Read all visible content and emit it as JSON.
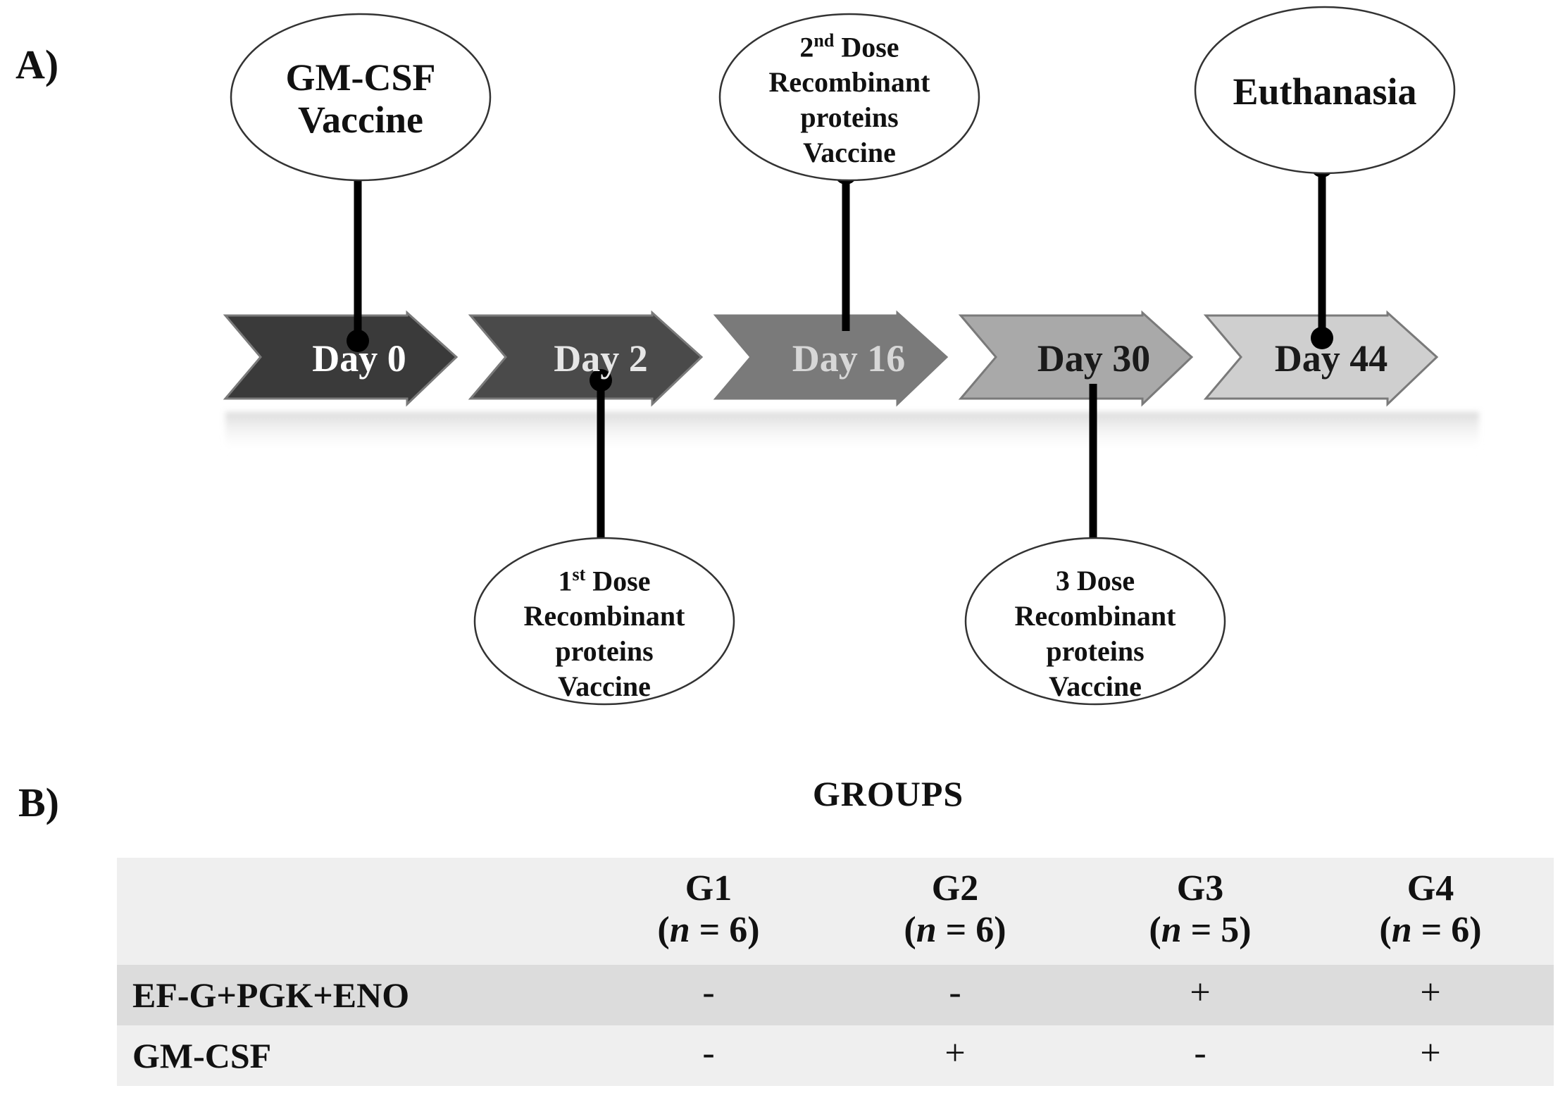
{
  "panel_a_label": "A)",
  "panel_b_label": "B)",
  "timeline": {
    "days": [
      "Day 0",
      "Day 2",
      "Day 16",
      "Day 30",
      "Day 44"
    ],
    "events_above": [
      {
        "lines": [
          "GM-CSF",
          "Vaccine"
        ]
      },
      {
        "lines": [
          "2nd Dose",
          "Recombinant",
          "proteins",
          "Vaccine"
        ],
        "sup_base": "2",
        "sup": "nd",
        "sup_rest": " Dose"
      },
      {
        "lines": [
          "Euthanasia"
        ]
      }
    ],
    "events_below": [
      {
        "lines": [
          "1st Dose",
          "Recombinant",
          "proteins",
          "Vaccine"
        ],
        "sup_base": "1",
        "sup": "st",
        "sup_rest": " Dose"
      },
      {
        "lines": [
          "3 Dose",
          "Recombinant",
          "proteins",
          "Vaccine"
        ]
      }
    ],
    "arrow_colors": [
      "#3a3a3a",
      "#4a4a4a",
      "#7a7a7a",
      "#a9a9a9",
      "#cfcfcf"
    ]
  },
  "groups_table": {
    "title": "GROUPS",
    "groups": [
      {
        "name": "G1",
        "n": "6"
      },
      {
        "name": "G2",
        "n": "6"
      },
      {
        "name": "G3",
        "n": "5"
      },
      {
        "name": "G4",
        "n": "6"
      }
    ],
    "n_symbol": "n",
    "rows": [
      {
        "label": "EF-G+PGK+ENO",
        "values": [
          "-",
          "-",
          "+",
          "+"
        ]
      },
      {
        "label": "GM-CSF",
        "values": [
          "-",
          "+",
          "-",
          "+"
        ]
      }
    ]
  }
}
